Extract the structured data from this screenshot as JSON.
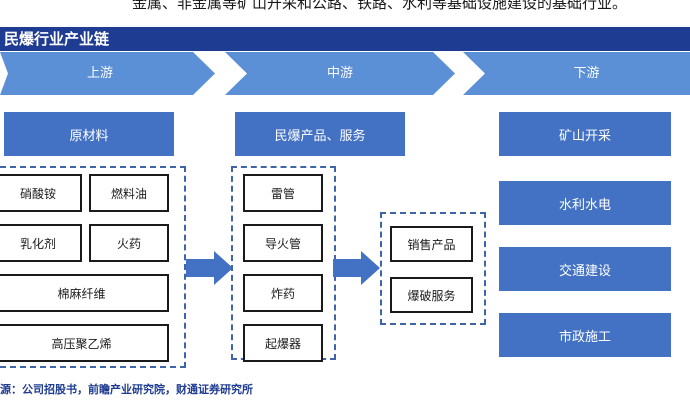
{
  "top_text": "金属、非金属等矿山开采和公路、铁路、水利等基础设施建设的基础行业。",
  "title": "民爆行业产业链",
  "stages": [
    "上游",
    "中游",
    "下游"
  ],
  "categories": {
    "upstream": "原材料",
    "midstream": "民爆产品、服务",
    "downstream": "矿山开采"
  },
  "upstream_items": [
    "硝酸铵",
    "燃料油",
    "乳化剂",
    "火药",
    "棉麻纤维",
    "高压聚乙烯"
  ],
  "midstream_products": [
    "雷管",
    "导火管",
    "炸药",
    "起爆器"
  ],
  "midstream_services": [
    "销售产品",
    "爆破服务"
  ],
  "downstream_items": [
    "水利水电",
    "交通建设",
    "市政施工"
  ],
  "source": "源：公司招股书，前瞻产业研究院，财通证券研究所",
  "colors": {
    "title_bar": "#1f3c93",
    "chevron": "#5b8fd6",
    "category_box": "#4372c4",
    "dashed_border": "#3f64a8"
  }
}
